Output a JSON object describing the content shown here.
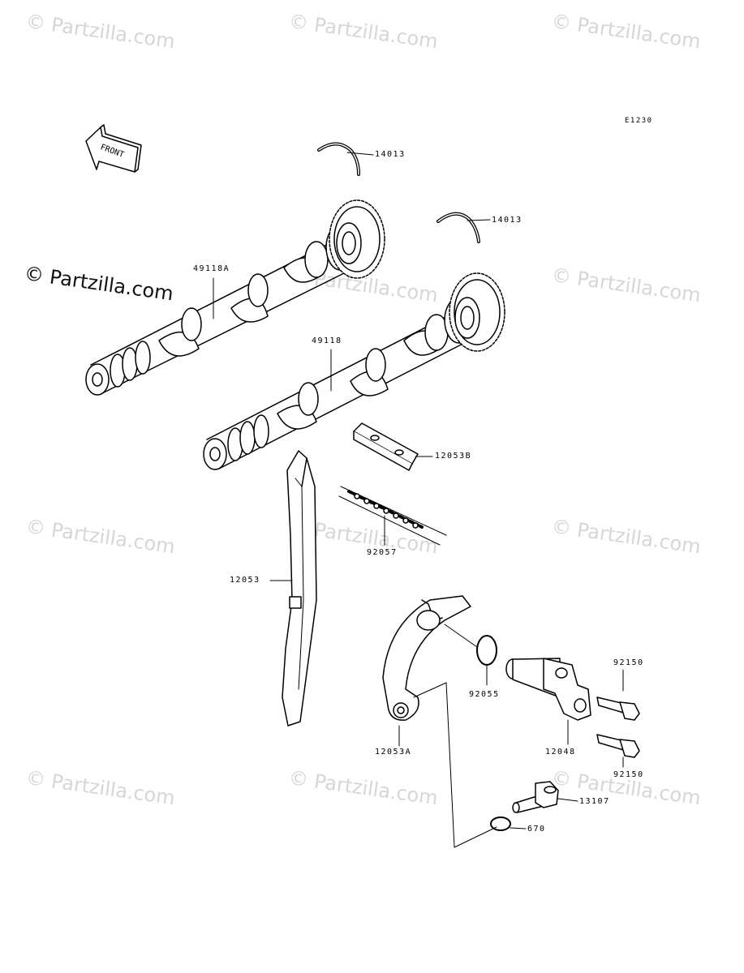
{
  "diagram_code": "E1230",
  "front_label": "FRONT",
  "watermark": "© Partzilla.com",
  "watermark_strong": "© Partzilla.com",
  "parts": {
    "clip_upper": "14013",
    "clip_lower": "14013",
    "camshaft_a": "49118A",
    "camshaft": "49118",
    "guide_b": "12053B",
    "chain": "92057",
    "guide": "12053",
    "guide_a": "12053A",
    "oring": "92055",
    "tensioner": "12048",
    "bolt_upper": "92150",
    "bolt_lower": "92150",
    "plug": "13107",
    "oring_small": "670"
  }
}
